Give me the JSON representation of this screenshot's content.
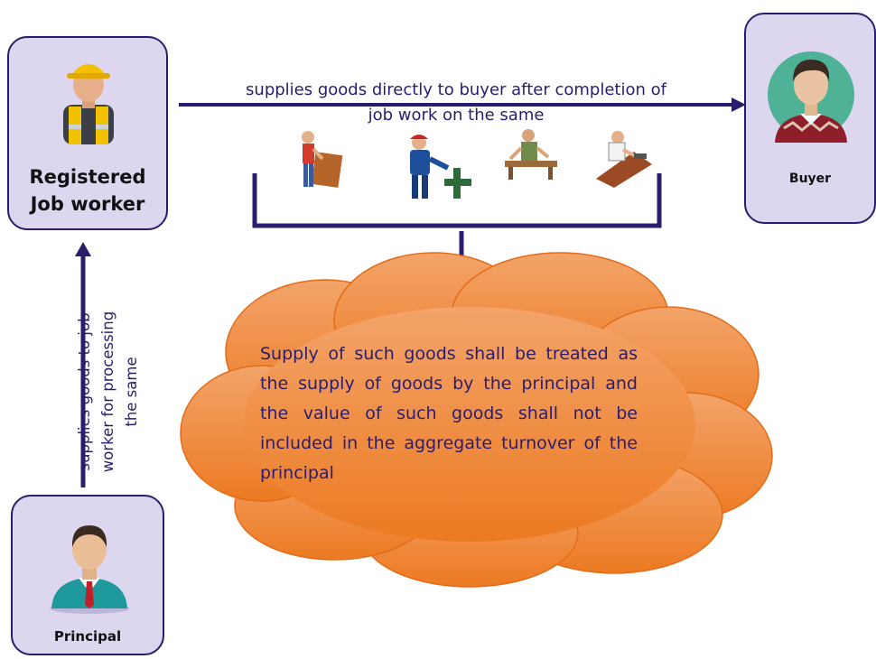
{
  "nodes": {
    "job_worker": {
      "label_line1": "Registered",
      "label_line2": "Job worker",
      "icon": "construction-worker"
    },
    "buyer": {
      "label": "Buyer",
      "icon": "man-in-sweater"
    },
    "principal": {
      "label": "Principal",
      "icon": "businessman"
    }
  },
  "edges": {
    "worker_to_buyer": {
      "line1": "supplies goods directly to buyer after completion of",
      "line2": "job work on the same"
    },
    "principal_to_worker": {
      "line1": "supplies goods to job",
      "line2": "worker for processing",
      "line3": "the same"
    }
  },
  "workers_illustration": [
    "carpenter-icon",
    "mechanic-icon",
    "woodworker-icon",
    "planer-icon"
  ],
  "cloud": {
    "text": "Supply of such goods shall be treated as the supply of goods by the principal and the value of such goods shall not be included in the aggregate turnover of the principal"
  },
  "colors": {
    "box_fill": "#dcd6ef",
    "box_border": "#2b1d6e",
    "arrow": "#2b1d6e",
    "cloud_fill": "#f08a3a",
    "text": "#2b1d6e"
  }
}
